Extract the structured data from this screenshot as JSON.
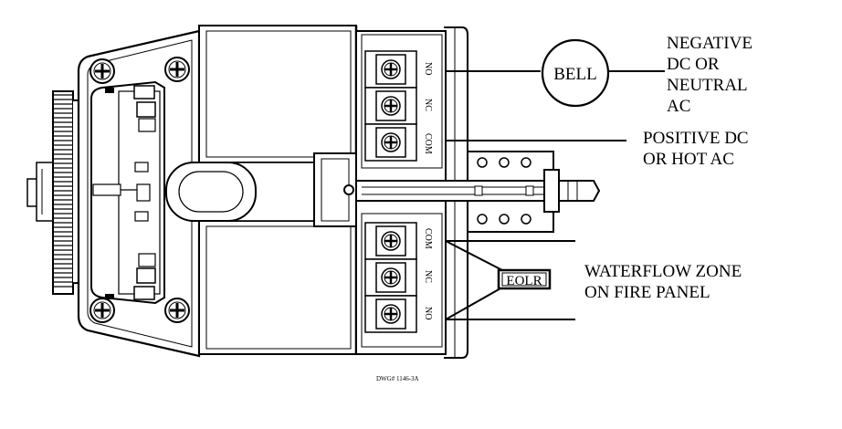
{
  "labels": {
    "bell": "BELL",
    "negative_line1": "NEGATIVE",
    "negative_line2": "DC OR",
    "negative_line3": "NEUTRAL",
    "negative_line4": "AC",
    "positive_line1": "POSITIVE DC",
    "positive_line2": "OR HOT AC",
    "waterflow_line1": "WATERFLOW ZONE",
    "waterflow_line2": "ON FIRE PANEL",
    "eolr": "EOLR",
    "drawing_number": "DWG# 1146-3A"
  },
  "terminals": {
    "upper": [
      "NO",
      "NC",
      "COM"
    ],
    "lower": [
      "COM",
      "NC",
      "NO"
    ]
  },
  "colors": {
    "ink": "#000000",
    "paper": "#ffffff"
  }
}
